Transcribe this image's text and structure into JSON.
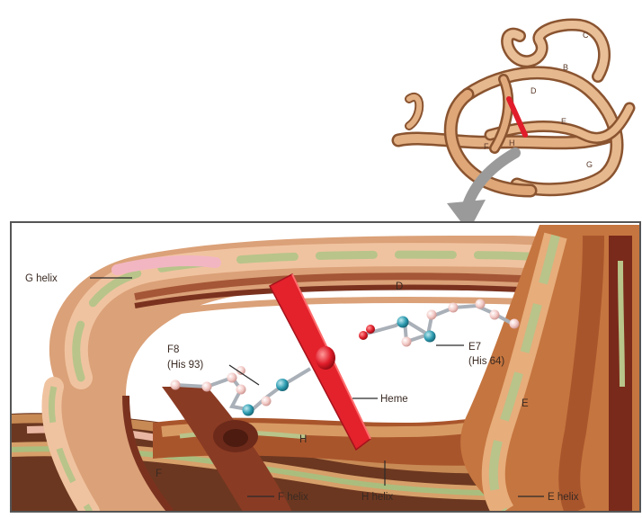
{
  "figure": {
    "inset_labels": {
      "d": "D",
      "b": "B",
      "c": "C",
      "h": "H",
      "e": "E",
      "f": "F",
      "g": "G"
    },
    "labels": {
      "g_helix": "G helix",
      "d": "D",
      "f8": "F8",
      "his93": "(His 93)",
      "e7": "E7",
      "his64": "(His 64)",
      "heme": "Heme",
      "h": "H",
      "e": "E",
      "f": "F",
      "f_helix": "F helix",
      "h_helix": "H helix",
      "e_helix": "E helix"
    }
  }
}
